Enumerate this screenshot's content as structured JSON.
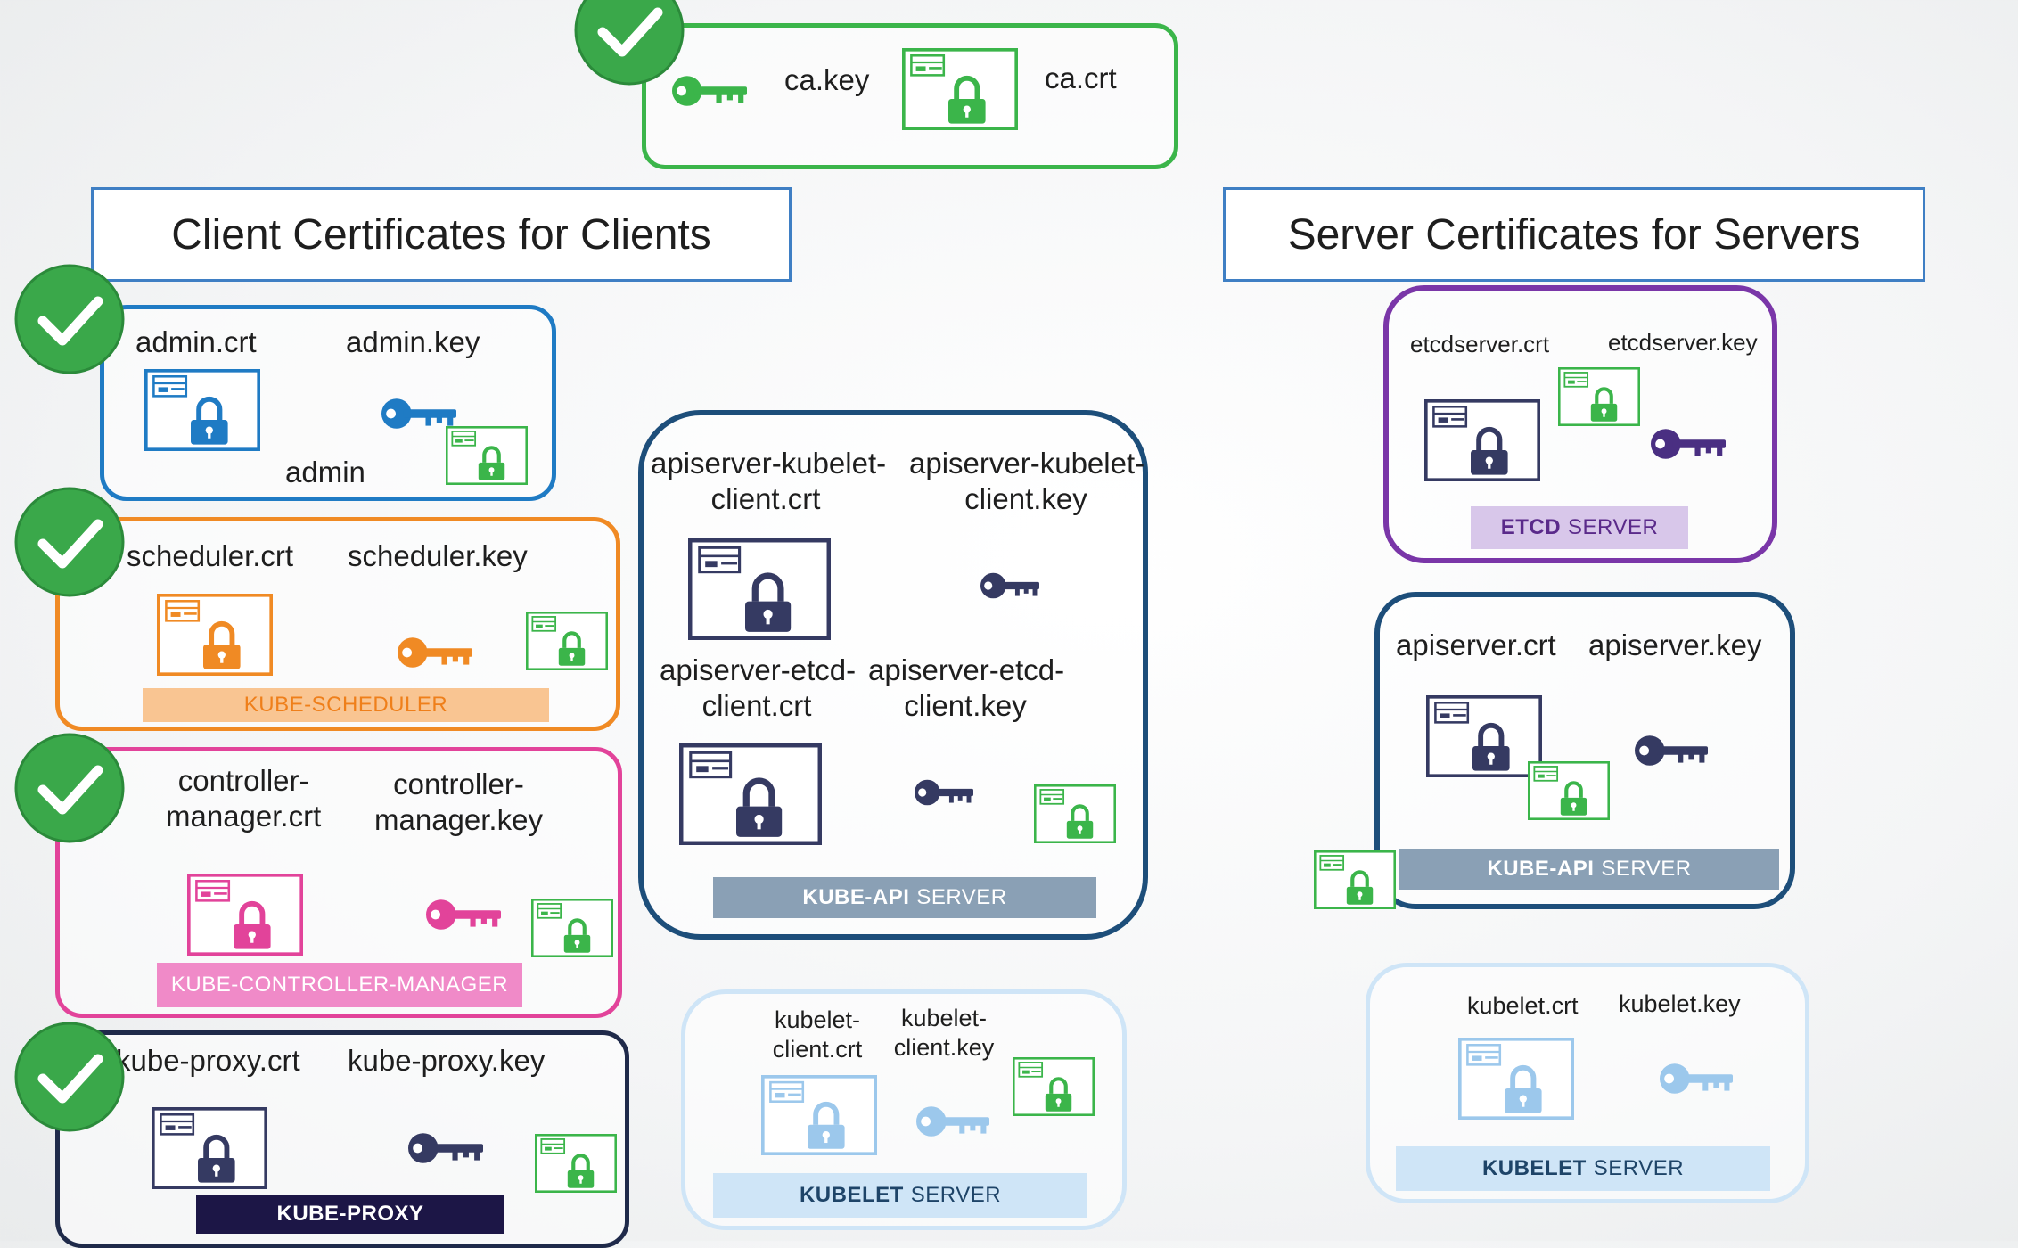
{
  "colors": {
    "ca": "#3bb54a",
    "admin": "#1f7bc4",
    "scheduler": "#f08a24",
    "controller": "#e2439a",
    "proxy": "#1f2a4a",
    "apiserver": "#1d4e7a",
    "kubelet_light": "#9cc8ec",
    "etcd": "#7a36a8",
    "dark_icon": "#353a62",
    "check_green": "#3aa84a"
  },
  "ca": {
    "key_label": "ca.key",
    "crt_label": "ca.crt"
  },
  "headers": {
    "client": "Client Certificates for Clients",
    "server": "Server Certificates for Servers"
  },
  "admin": {
    "crt": "admin.crt",
    "key": "admin.key",
    "name": "admin"
  },
  "scheduler": {
    "crt": "scheduler.crt",
    "key": "scheduler.key",
    "bar": "KUBE-SCHEDULER"
  },
  "controller": {
    "crt": "controller-\nmanager.crt",
    "key": "controller-\nmanager.key",
    "bar": "KUBE-CONTROLLER-MANAGER"
  },
  "proxy": {
    "crt": "kube-proxy.crt",
    "key": "kube-proxy.key",
    "bar": "KUBE-PROXY"
  },
  "apiserver_client": {
    "kubelet_crt": "apiserver-kubelet-\nclient.crt",
    "kubelet_key": "apiserver-kubelet-\nclient.key",
    "etcd_crt": "apiserver-etcd-\nclient.crt",
    "etcd_key": "apiserver-etcd-\nclient.key",
    "bar_bold": "KUBE-API",
    "bar_rest": "SERVER"
  },
  "kubelet_client": {
    "crt": "kubelet-\nclient.crt",
    "key": "kubelet-\nclient.key",
    "bar_bold": "KUBELET",
    "bar_rest": "SERVER"
  },
  "etcd_server": {
    "crt": "etcdserver.crt",
    "key": "etcdserver.key",
    "bar_bold": "ETCD",
    "bar_rest": "SERVER"
  },
  "api_server": {
    "crt": "apiserver.crt",
    "key": "apiserver.key",
    "bar_bold": "KUBE-API",
    "bar_rest": "SERVER"
  },
  "kubelet_server": {
    "crt": "kubelet.crt",
    "key": "kubelet.key",
    "bar_bold": "KUBELET",
    "bar_rest": "SERVER"
  }
}
